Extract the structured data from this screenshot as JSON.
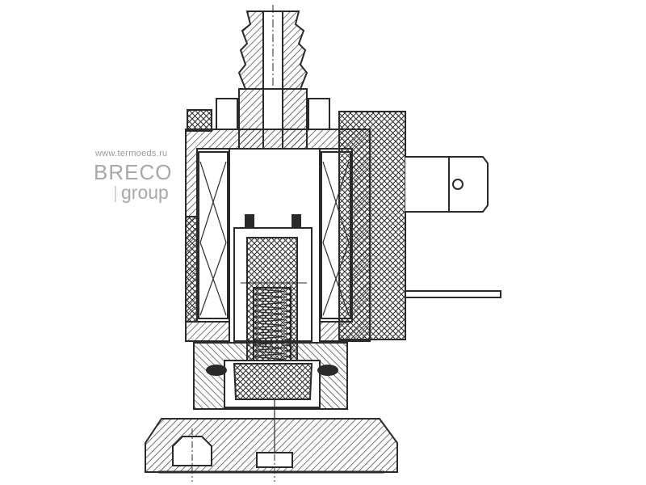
{
  "watermark": {
    "url": "www.termoeds.ru",
    "brand": "BRECO",
    "sub": "group"
  },
  "colors": {
    "line": "#2a2a2a",
    "hatch": "#3a3a3a",
    "watermark": "#a8a8a8",
    "background": "#ffffff"
  },
  "diagram": {
    "subject": "solenoid-valve-cross-section"
  }
}
